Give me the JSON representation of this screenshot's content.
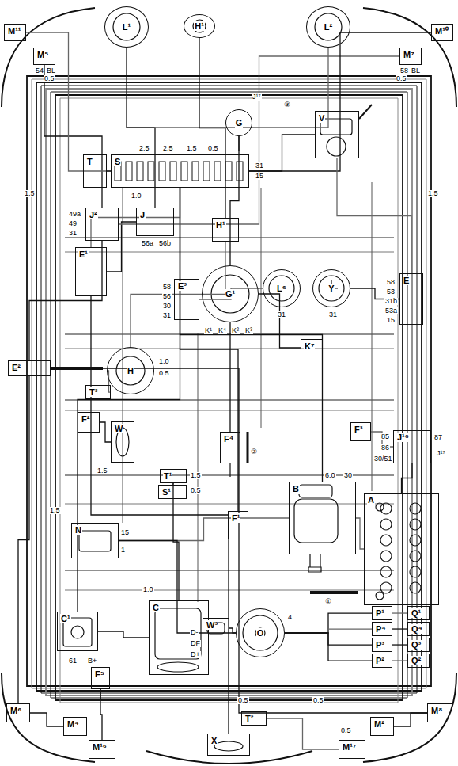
{
  "diagram": {
    "nodes": [
      {
        "text": [
          "M¹¹"
        ]
      },
      {
        "text": [
          "M⁵"
        ]
      },
      {
        "text": [
          "L¹"
        ]
      },
      {
        "text": [
          "H¹"
        ]
      },
      {
        "text": [
          "L²"
        ]
      },
      {
        "text": [
          "M⁷"
        ]
      },
      {
        "text": [
          "M¹⁰"
        ]
      },
      {
        "text": [
          "G"
        ]
      },
      {
        "text": [
          "V"
        ]
      },
      {
        "text": [
          "T"
        ]
      },
      {
        "text": [
          "S"
        ]
      },
      {
        "text": [
          "J²"
        ]
      },
      {
        "text": [
          "J"
        ]
      },
      {
        "text": [
          "H¹"
        ]
      },
      {
        "text": [
          "E¹"
        ]
      },
      {
        "text": [
          "E³"
        ]
      },
      {
        "text": [
          "G¹"
        ]
      },
      {
        "text": [
          "L⁶"
        ]
      },
      {
        "text": [
          "Y"
        ]
      },
      {
        "text": [
          "E"
        ]
      },
      {
        "text": [
          "K⁷"
        ]
      },
      {
        "text": [
          "E²"
        ]
      },
      {
        "text": [
          "H"
        ]
      },
      {
        "text": [
          "T³"
        ]
      },
      {
        "text": [
          "F²"
        ]
      },
      {
        "text": [
          "W"
        ]
      },
      {
        "text": [
          "F⁴"
        ]
      },
      {
        "text": [
          "F³"
        ]
      },
      {
        "text": [
          "J¹⁶"
        ]
      },
      {
        "text": [
          "T¹"
        ]
      },
      {
        "text": [
          "S¹"
        ]
      },
      {
        "text": [
          "F¹"
        ]
      },
      {
        "text": [
          "B"
        ]
      },
      {
        "text": [
          "A"
        ]
      },
      {
        "text": [
          "N"
        ]
      },
      {
        "text": [
          "C¹"
        ]
      },
      {
        "text": [
          "C"
        ]
      },
      {
        "text": [
          "W³"
        ]
      },
      {
        "text": [
          "O"
        ]
      },
      {
        "text": [
          "P¹"
        ]
      },
      {
        "text": [
          "P⁴"
        ]
      },
      {
        "text": [
          "P³"
        ]
      },
      {
        "text": [
          "P²"
        ]
      },
      {
        "text": [
          "Q¹"
        ]
      },
      {
        "text": [
          "Q⁴"
        ]
      },
      {
        "text": [
          "Q³"
        ]
      },
      {
        "text": [
          "Q²"
        ]
      },
      {
        "text": [
          "F⁵"
        ]
      },
      {
        "text": [
          "M⁶"
        ]
      },
      {
        "text": [
          "M⁴"
        ]
      },
      {
        "text": [
          "M¹⁶"
        ]
      },
      {
        "text": [
          "X"
        ]
      },
      {
        "text": [
          "T²"
        ]
      },
      {
        "text": [
          "M¹⁷"
        ]
      },
      {
        "text": [
          "M²"
        ]
      },
      {
        "text": [
          "M⁸"
        ]
      }
    ],
    "edges": [
      {
        "from": 33,
        "to": 32,
        "arrow": "none"
      },
      {
        "from": 33,
        "to": 28,
        "arrow": "none"
      },
      {
        "from": 32,
        "to": 10,
        "arrow": "none"
      },
      {
        "from": 32,
        "to": 34,
        "arrow": "none"
      },
      {
        "from": 34,
        "to": 38,
        "arrow": "none"
      },
      {
        "from": 38,
        "to": 39,
        "arrow": "none"
      },
      {
        "from": 38,
        "to": 40,
        "arrow": "none"
      },
      {
        "from": 38,
        "to": 41,
        "arrow": "none"
      },
      {
        "from": 38,
        "to": 42,
        "arrow": "none"
      },
      {
        "from": 39,
        "to": 43,
        "arrow": "none"
      },
      {
        "from": 40,
        "to": 44,
        "arrow": "none"
      },
      {
        "from": 41,
        "to": 45,
        "arrow": "none"
      },
      {
        "from": 42,
        "to": 46,
        "arrow": "none"
      },
      {
        "from": 36,
        "to": 35,
        "arrow": "none"
      },
      {
        "from": 35,
        "to": 10,
        "arrow": "none"
      },
      {
        "from": 14,
        "to": 10,
        "arrow": "none"
      },
      {
        "from": 14,
        "to": 12,
        "arrow": "none"
      },
      {
        "from": 12,
        "to": 2,
        "arrow": "none"
      },
      {
        "from": 12,
        "to": 4,
        "arrow": "none"
      },
      {
        "from": 11,
        "to": 21,
        "arrow": "none"
      },
      {
        "from": 11,
        "to": 1,
        "arrow": "none"
      },
      {
        "from": 11,
        "to": 5,
        "arrow": "none"
      },
      {
        "from": 21,
        "to": 48,
        "arrow": "none"
      },
      {
        "from": 21,
        "to": 55,
        "arrow": "none"
      },
      {
        "from": 10,
        "to": 0,
        "arrow": "none"
      },
      {
        "from": 10,
        "to": 6,
        "arrow": "none"
      },
      {
        "from": 10,
        "to": 8,
        "arrow": "none"
      },
      {
        "from": 19,
        "to": 8,
        "arrow": "none"
      },
      {
        "from": 7,
        "to": 16,
        "arrow": "none"
      },
      {
        "from": 26,
        "to": 16,
        "arrow": "none"
      },
      {
        "from": 22,
        "to": 13,
        "arrow": "none"
      },
      {
        "from": 13,
        "to": 3,
        "arrow": "none"
      },
      {
        "from": 24,
        "to": 25,
        "arrow": "none"
      },
      {
        "from": 27,
        "to": 28,
        "arrow": "none"
      },
      {
        "from": 31,
        "to": 10,
        "arrow": "none"
      },
      {
        "from": 37,
        "to": 38,
        "arrow": "none"
      },
      {
        "from": 30,
        "to": 29,
        "arrow": "none"
      },
      {
        "from": 47,
        "to": 50,
        "arrow": "none"
      },
      {
        "from": 14,
        "to": 51,
        "arrow": "none"
      },
      {
        "from": 52,
        "to": 53,
        "arrow": "none"
      },
      {
        "from": 48,
        "to": 49,
        "arrow": "none"
      },
      {
        "from": 55,
        "to": 54,
        "arrow": "none"
      },
      {
        "from": 15,
        "to": 17,
        "arrow": "none"
      },
      {
        "from": 18,
        "to": 19,
        "arrow": "none"
      },
      {
        "from": 20,
        "to": 16,
        "arrow": "none"
      },
      {
        "from": 23,
        "to": 22,
        "arrow": "none"
      },
      {
        "from": 9,
        "to": 10,
        "arrow": "none"
      },
      {
        "from": 29,
        "to": 36,
        "arrow": "none"
      }
    ],
    "labels": [
      "①",
      "②",
      "③",
      "J¹⁷",
      "J¹⁷",
      "2.5",
      "2.5",
      "1.5",
      "0.5",
      "1.0",
      "56a",
      "56b",
      "49a",
      "49",
      "31",
      "58",
      "53",
      "31b",
      "53a",
      "15",
      "85",
      "86",
      "30/51",
      "87",
      "30",
      "6.0",
      "D+",
      "DF",
      "D-",
      "61",
      "B+",
      "15",
      "1",
      "4",
      "1.5",
      "1.0",
      "0.5",
      "0.5",
      "0.5",
      "1.5",
      "1.5",
      "0.5",
      "0.5",
      "58",
      "56",
      "30",
      "31",
      "K¹",
      "K⁴",
      "K²",
      "K³",
      "31",
      "31",
      "1.0",
      "0.5",
      "54",
      "BL",
      "58",
      "BL",
      "31",
      "15",
      "1.5",
      "0.5",
      "1.5"
    ]
  }
}
